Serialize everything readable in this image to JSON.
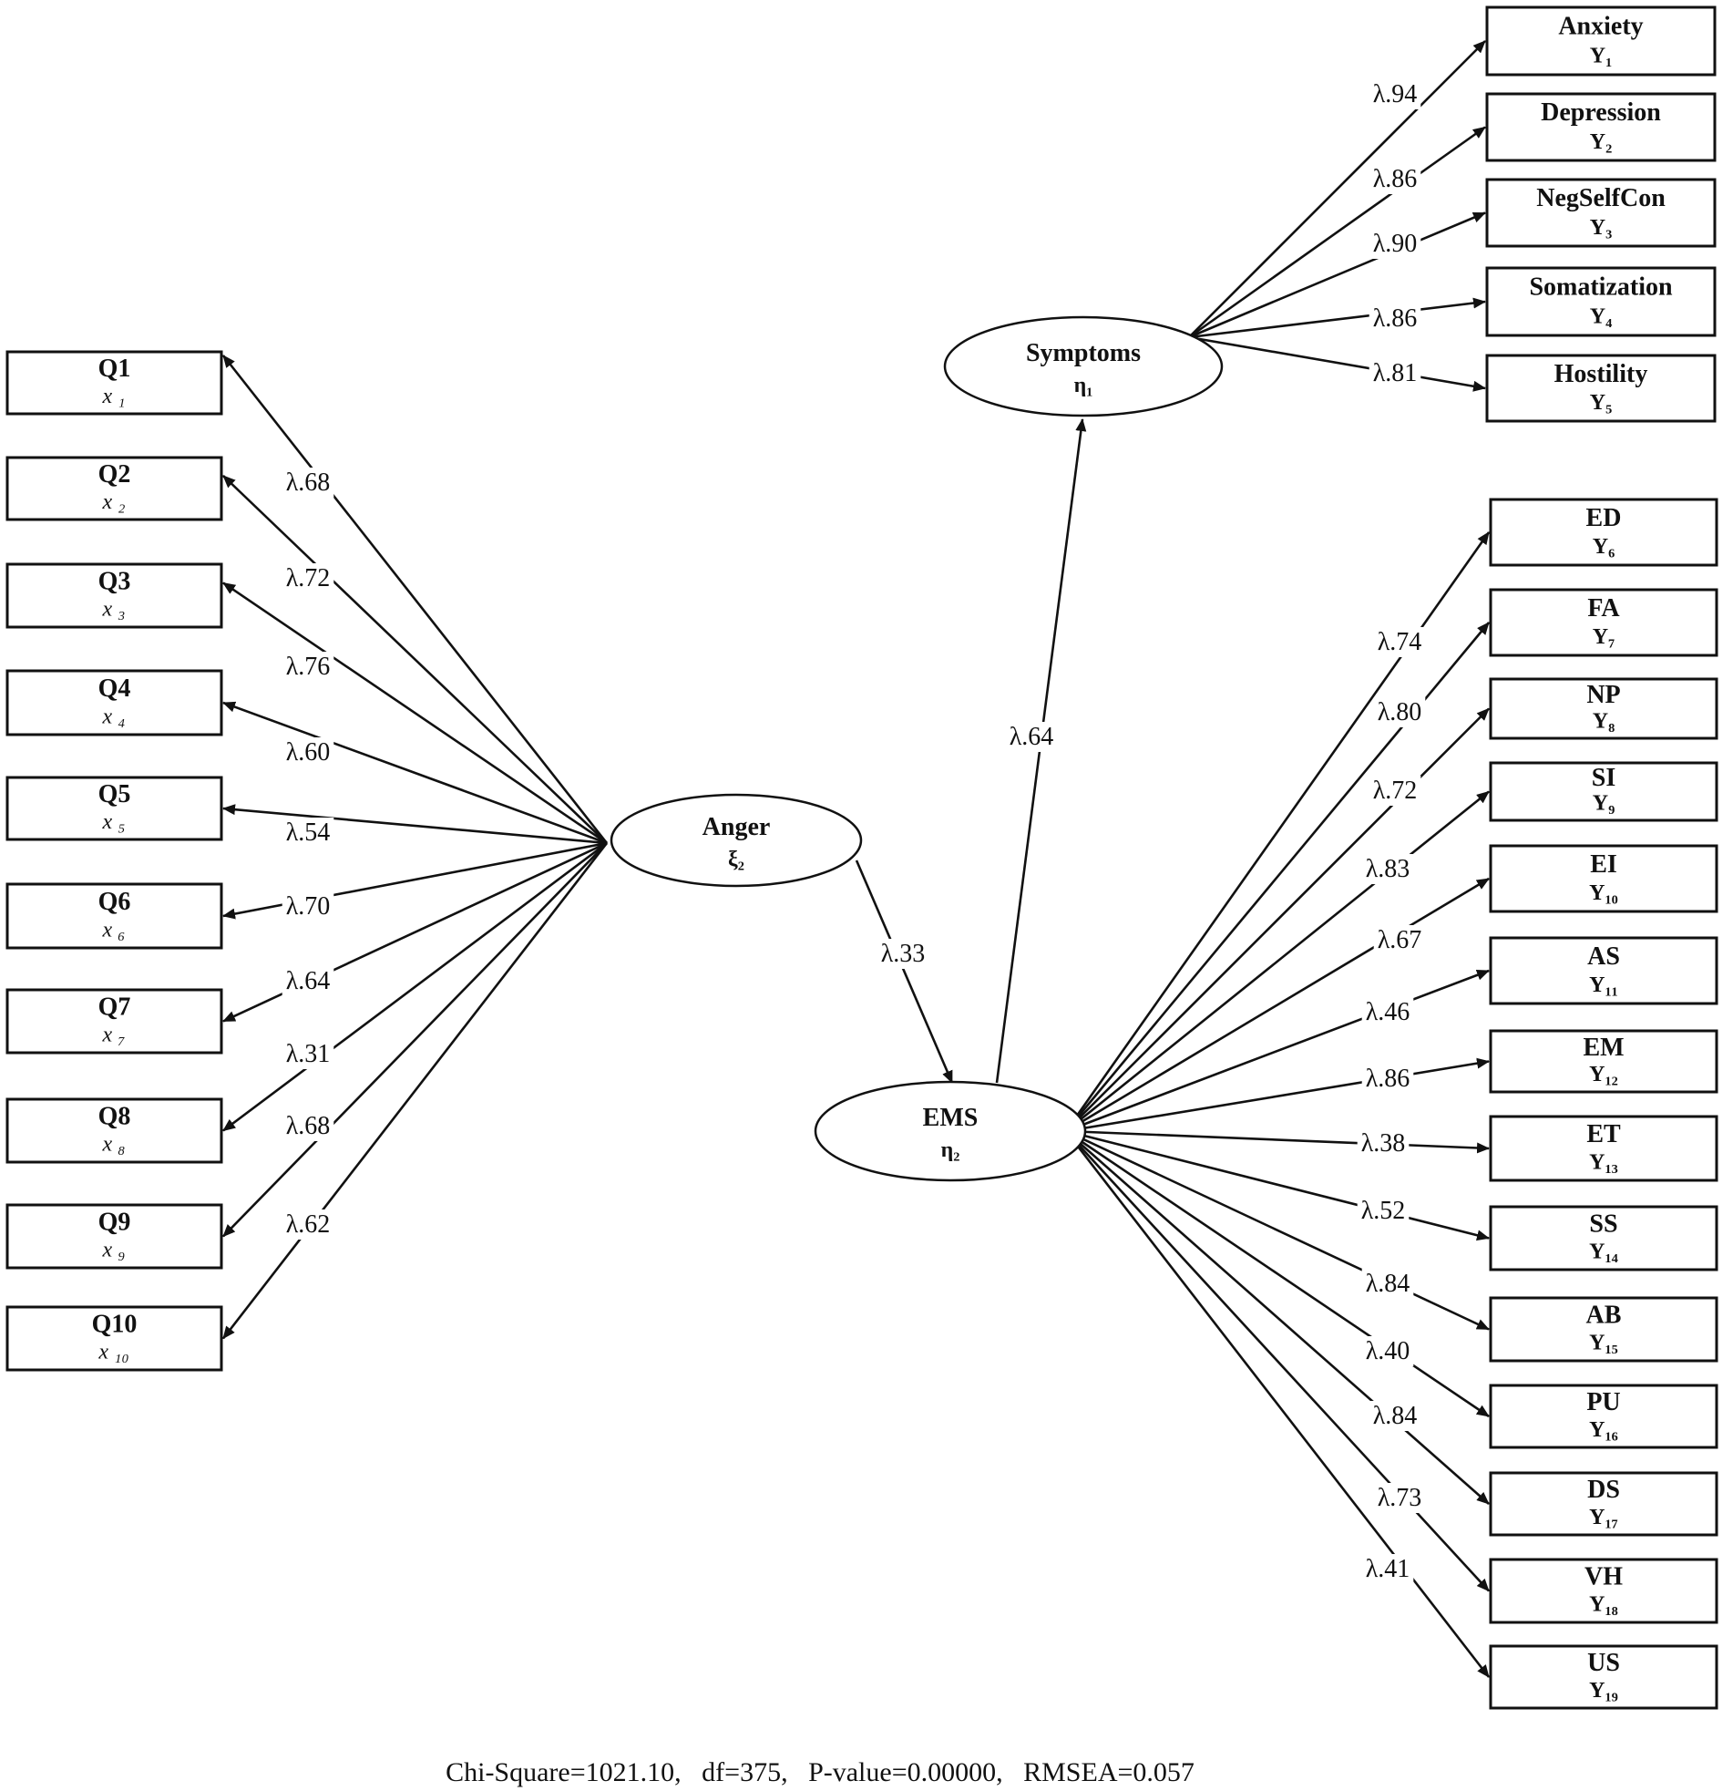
{
  "latents": {
    "anger": {
      "name": "Anger",
      "symbol": "ξ₂"
    },
    "ems": {
      "name": "EMS",
      "symbol": "η₂"
    },
    "symptoms": {
      "name": "Symptoms",
      "symbol": "η₁"
    }
  },
  "x_items": [
    {
      "name": "Q1",
      "symbol": "x ₁",
      "loading": "λ.68"
    },
    {
      "name": "Q2",
      "symbol": "x ₂",
      "loading": "λ.72"
    },
    {
      "name": "Q3",
      "symbol": "x ₃",
      "loading": "λ.76"
    },
    {
      "name": "Q4",
      "symbol": "x ₄",
      "loading": "λ.60"
    },
    {
      "name": "Q5",
      "symbol": "x ₅",
      "loading": "λ.54"
    },
    {
      "name": "Q6",
      "symbol": "x ₆",
      "loading": "λ.70"
    },
    {
      "name": "Q7",
      "symbol": "x ₇",
      "loading": "λ.64"
    },
    {
      "name": "Q8",
      "symbol": "x ₈",
      "loading": "λ.31"
    },
    {
      "name": "Q9",
      "symbol": "x ₉",
      "loading": "λ.68"
    },
    {
      "name": "Q10",
      "symbol": "x ₁₀",
      "loading": "λ.62"
    }
  ],
  "symptom_items": [
    {
      "name": "Anxiety",
      "symbol": "Y₁",
      "loading": "λ.94"
    },
    {
      "name": "Depression",
      "symbol": "Y₂",
      "loading": "λ.86"
    },
    {
      "name": "NegSelfCon",
      "symbol": "Y₃",
      "loading": "λ.90"
    },
    {
      "name": "Somatization",
      "symbol": "Y₄",
      "loading": "λ.86"
    },
    {
      "name": "Hostility",
      "symbol": "Y₅",
      "loading": "λ.81"
    }
  ],
  "ems_items": [
    {
      "name": "ED",
      "symbol": "Y₆",
      "loading": "λ.74"
    },
    {
      "name": "FA",
      "symbol": "Y₇",
      "loading": "λ.80"
    },
    {
      "name": "NP",
      "symbol": "Y₈",
      "loading": "λ.72"
    },
    {
      "name": "SI",
      "symbol": "Y₉",
      "loading": "λ.83"
    },
    {
      "name": "EI",
      "symbol": "Y₁₀",
      "loading": "λ.67"
    },
    {
      "name": "AS",
      "symbol": "Y₁₁",
      "loading": "λ.46"
    },
    {
      "name": "EM",
      "symbol": "Y₁₂",
      "loading": "λ.86"
    },
    {
      "name": "ET",
      "symbol": "Y₁₃",
      "loading": "λ.38"
    },
    {
      "name": "SS",
      "symbol": "Y₁₄",
      "loading": "λ.52"
    },
    {
      "name": "AB",
      "symbol": "Y₁₅",
      "loading": "λ.84"
    },
    {
      "name": "PU",
      "symbol": "Y₁₆",
      "loading": "λ.40"
    },
    {
      "name": "DS",
      "symbol": "Y₁₇",
      "loading": "λ.84"
    },
    {
      "name": "VH",
      "symbol": "Y₁₈",
      "loading": "λ.73"
    },
    {
      "name": "US",
      "symbol": "Y₁₉",
      "loading": "λ.41"
    }
  ],
  "paths": {
    "anger_to_ems": "λ.33",
    "ems_to_symptoms": "λ.64"
  },
  "fit": "Chi-Square=1021.10,   df=375,   P-value=0.00000,   RMSEA=0.057"
}
